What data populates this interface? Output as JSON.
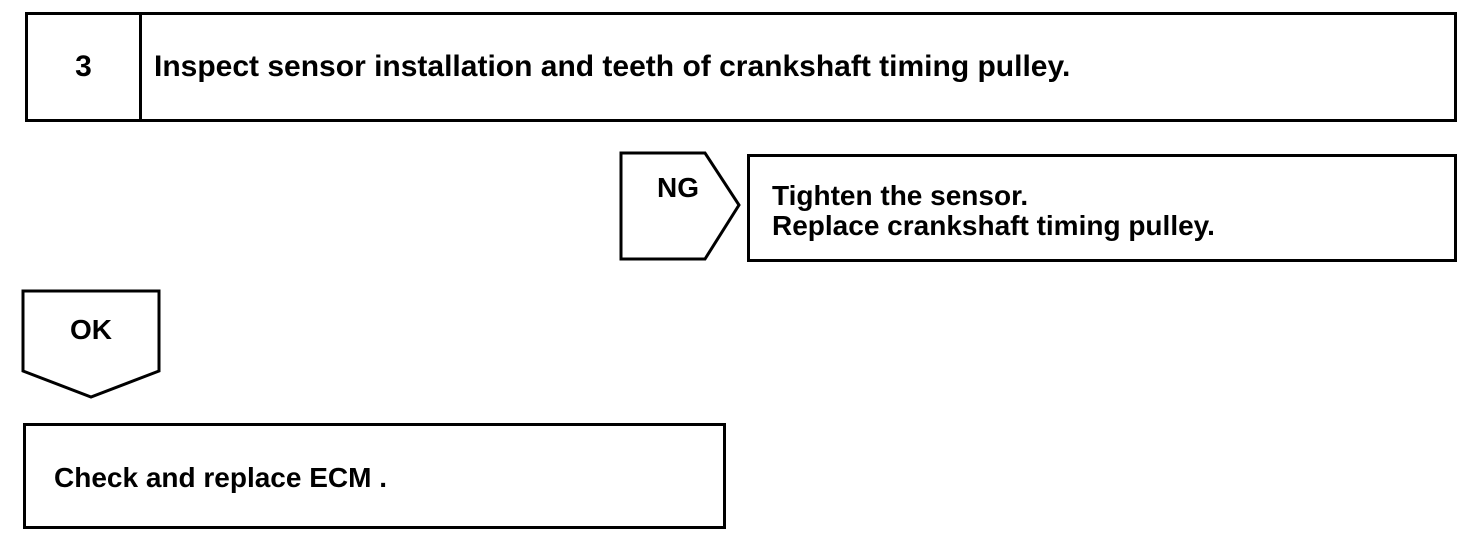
{
  "step": {
    "number": "3",
    "title": "Inspect sensor installation and teeth of crankshaft timing pulley."
  },
  "ng_branch": {
    "label": "NG",
    "actions": [
      "Tighten the sensor.",
      "Replace crankshaft timing pulley."
    ]
  },
  "ok_branch": {
    "label": "OK",
    "action": "Check and replace ECM ."
  }
}
